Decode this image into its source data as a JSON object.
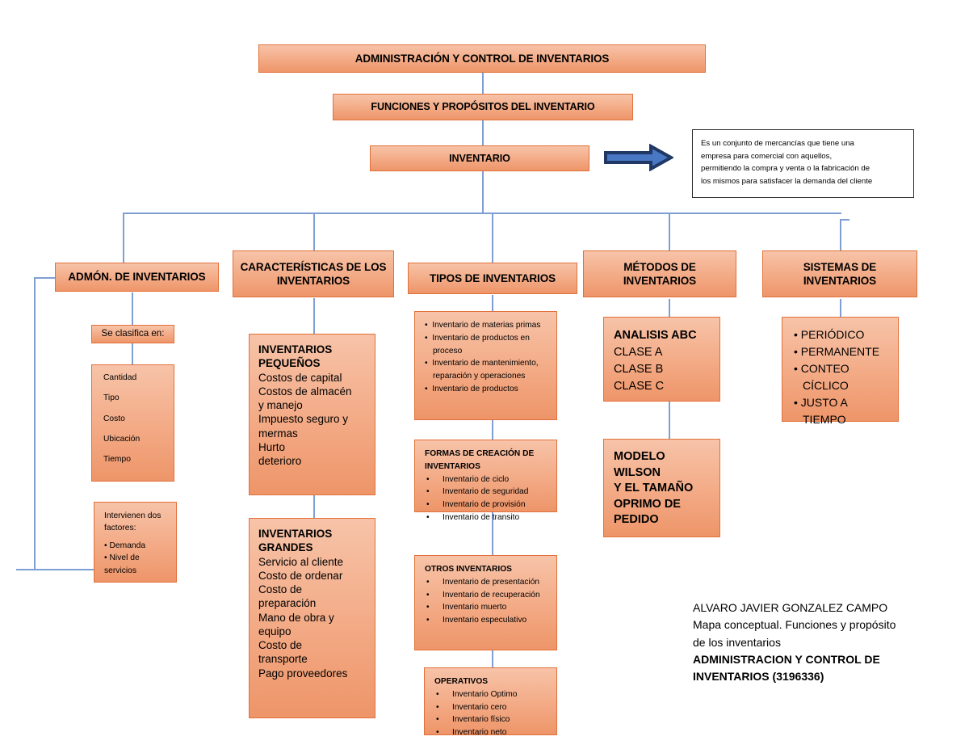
{
  "title": "ADMINISTRACIÓN Y CONTROL DE INVENTARIOS",
  "colors": {
    "box_fill_top": "#f7c3a8",
    "box_fill_bottom": "#ee9569",
    "box_border": "#e2703a",
    "connector": "#7f9fd4",
    "arrow_fill": "#4a77c4",
    "arrow_outline": "#1f3864"
  },
  "root": {
    "level1": "ADMINISTRACIÓN Y CONTROL DE INVENTARIOS",
    "level2": "FUNCIONES Y PROPÓSITOS DEL INVENTARIO",
    "level3": "INVENTARIO"
  },
  "definition": {
    "lines": [
      "Es un conjunto de mercancías que tiene una",
      "empresa para comercial con aquellos,",
      "permitiendo la compra y venta o la fabricación de",
      "los mismos para satisfacer la demanda del cliente"
    ]
  },
  "arrow": {
    "name": "right-block-arrow"
  },
  "branches": {
    "admon": {
      "header": "ADMÓN. DE INVENTARIOS",
      "clasifica_label": "Se clasifica en:",
      "clasifica_items": [
        "Cantidad",
        "Tipo",
        "Costo",
        "Ubicación",
        "Tiempo"
      ],
      "factores_header": "Intervienen dos",
      "factores_header2": "factores:",
      "factores_items": [
        "Demanda",
        "Nivel de",
        "servicios"
      ]
    },
    "caracteristicas": {
      "header_line1": "CARACTERÍSTICAS DE LOS",
      "header_line2": "INVENTARIOS",
      "pequenos": {
        "title1": "INVENTARIOS",
        "title2": "PEQUEÑOS",
        "lines": [
          "Costos de capital",
          "Costos de almacén",
          "y manejo",
          "Impuesto seguro y",
          "mermas",
          "Hurto",
          "deterioro"
        ]
      },
      "grandes": {
        "title1": "INVENTARIOS",
        "title2": "GRANDES",
        "lines": [
          "Servicio al cliente",
          "Costo de ordenar",
          "Costo de",
          "preparación",
          "Mano de obra y",
          "equipo",
          "Costo de",
          "transporte",
          "Pago proveedores"
        ]
      }
    },
    "tipos": {
      "header": "TIPOS DE INVENTARIOS",
      "basicos": [
        "Inventario de materias primas",
        "Inventario de productos en proceso",
        "Inventario de mantenimiento, reparación y operaciones",
        "Inventario de productos"
      ],
      "formas": {
        "header1": "FORMAS DE CREACIÓN DE",
        "header2": "INVENTARIOS",
        "items": [
          "Inventario de ciclo",
          "Inventario de seguridad",
          "Inventario de provisión",
          "Inventario de transito"
        ]
      },
      "otros": {
        "header": "OTROS INVENTARIOS",
        "items": [
          "Inventario de presentación",
          "Inventario de recuperación",
          "Inventario muerto",
          "Inventario especulativo"
        ]
      },
      "operativos": {
        "header": "OPERATIVOS",
        "items": [
          "Inventario Optimo",
          "Inventario cero",
          "Inventario físico",
          "Inventario neto"
        ]
      }
    },
    "metodos": {
      "header_line1": "MÉTODOS DE",
      "header_line2": "INVENTARIOS",
      "abc": {
        "title": "ANALISIS ABC",
        "lines": [
          "CLASE A",
          "CLASE B",
          "CLASE C"
        ]
      },
      "wilson": {
        "lines": [
          "MODELO WILSON",
          "Y EL TAMAÑO",
          "OPRIMO DE",
          "PEDIDO"
        ]
      }
    },
    "sistemas": {
      "header_line1": "SISTEMAS DE",
      "header_line2": "INVENTARIOS",
      "items": [
        "PERIÓDICO",
        "PERMANENTE",
        "CONTEO CÍCLICO",
        "JUSTO A TIEMPO"
      ]
    }
  },
  "credits": {
    "line1": "ALVARO JAVIER GONZALEZ CAMPO",
    "line2": "Mapa conceptual. Funciones y propósito",
    "line3": "de los inventarios",
    "line4": "ADMINISTRACION Y CONTROL DE",
    "line5": "INVENTARIOS (3196336)"
  }
}
